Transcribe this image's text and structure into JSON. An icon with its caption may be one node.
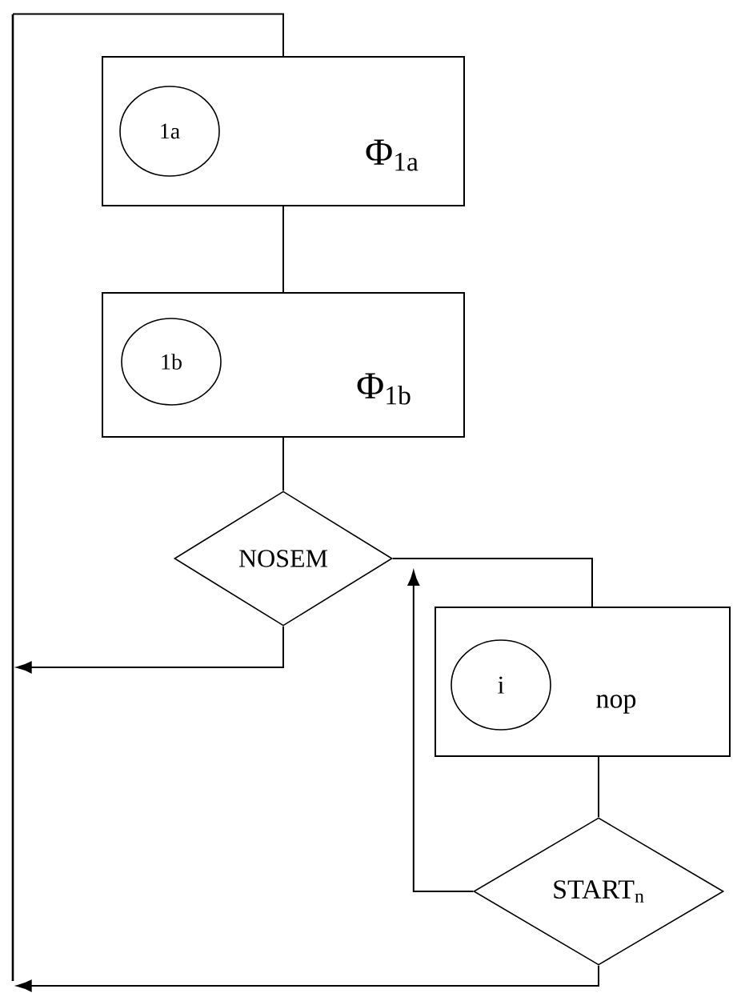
{
  "diagram": {
    "nodes": [
      {
        "text": [],
        "shape": "bar"
      },
      {
        "text": [
          "Φ$_{1a}$"
        ]
      },
      {
        "text": [
          "1a"
        ],
        "in": 1
      },
      {
        "text": [
          "Φ$_{1b}$"
        ]
      },
      {
        "text": [
          "1b"
        ],
        "in": 3
      },
      {
        "text": [
          "NOSEM"
        ]
      },
      {
        "text": [
          "nop"
        ]
      },
      {
        "text": [
          "i"
        ],
        "in": 6
      },
      {
        "text": [
          "START$_{n}$"
        ]
      }
    ],
    "edges": [
      {
        "from": 0,
        "to": 1,
        "arrow": "none"
      },
      {
        "from": 1,
        "to": 3,
        "arrow": "none"
      },
      {
        "from": 3,
        "to": 5,
        "arrow": "none"
      },
      {
        "from": 5,
        "to": 0,
        "arrow": "to"
      },
      {
        "from": 5,
        "to": 6,
        "arrow": "none"
      },
      {
        "from": 6,
        "to": 8,
        "arrow": "none"
      },
      {
        "from": 8,
        "to": 5,
        "arrow": "to"
      },
      {
        "from": 8,
        "to": 0,
        "arrow": "to"
      }
    ]
  }
}
